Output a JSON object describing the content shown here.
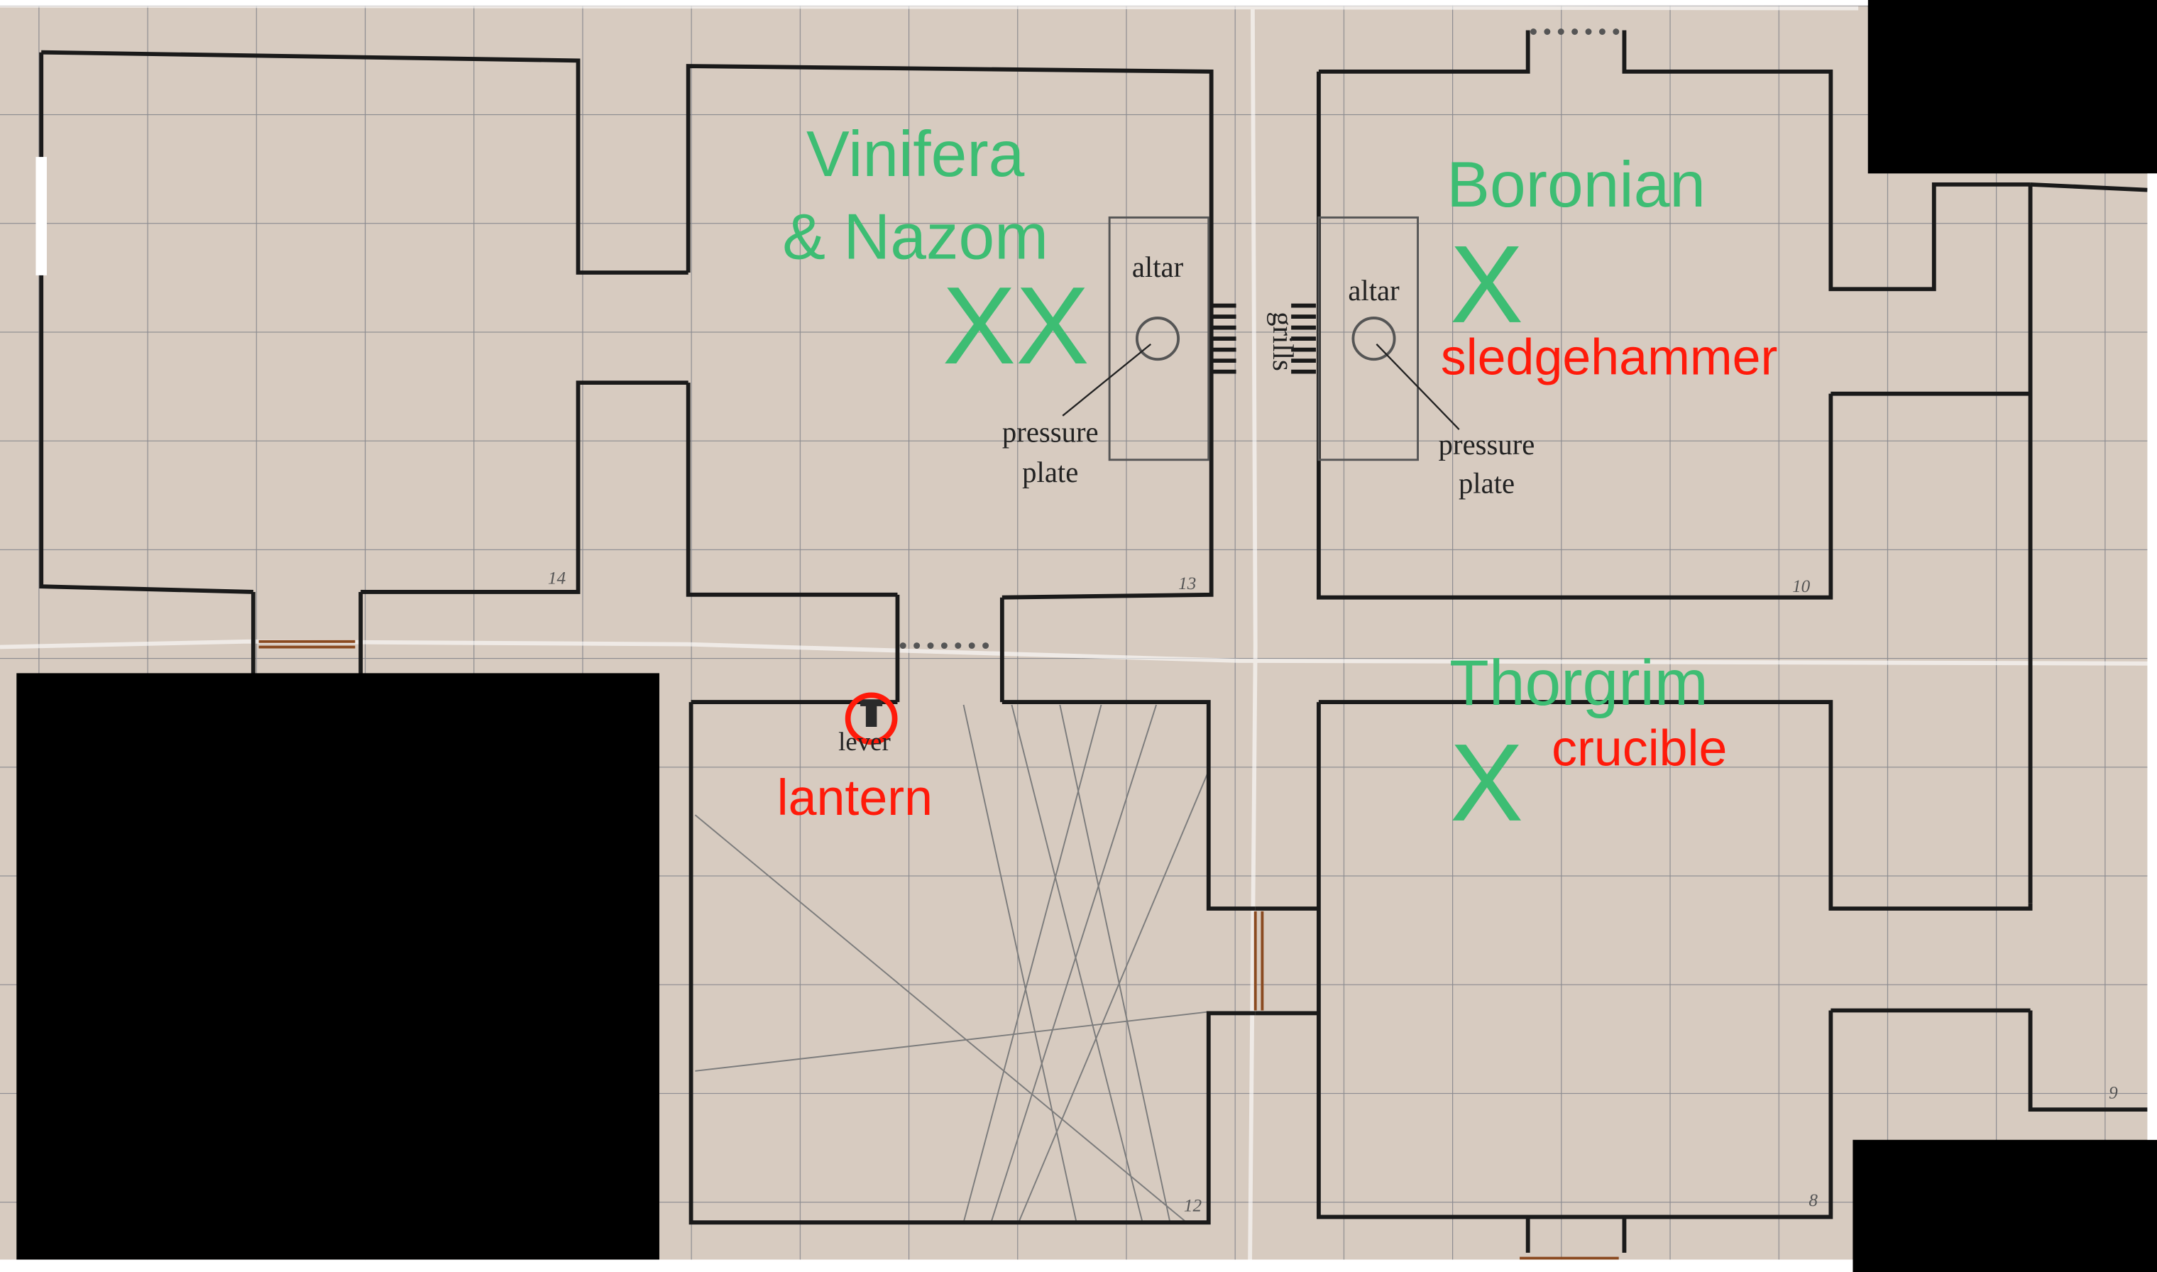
{
  "colors": {
    "paper": "#d7cbc0",
    "grid": "#8a8a8f",
    "wall": "#1a1a1a",
    "character": "#3dbd73",
    "item": "#ff1a0a",
    "redaction": "#000000"
  },
  "rooms": [
    {
      "number": "14"
    },
    {
      "number": "13"
    },
    {
      "number": "10"
    },
    {
      "number": "12"
    },
    {
      "number": "8"
    },
    {
      "number": "9"
    }
  ],
  "features": {
    "altar_left": "altar",
    "altar_right": "altar",
    "grills": "grills",
    "pressure_plate_left": [
      "pressure",
      "plate"
    ],
    "pressure_plate_right": [
      "pressure",
      "plate"
    ],
    "lever": "lever"
  },
  "characters": {
    "vinifera_nazom": {
      "line1": "Vinifera",
      "line2": "& Nazom",
      "marker": "XX"
    },
    "boronian": {
      "name": "Boronian",
      "marker": "X"
    },
    "thorgrim": {
      "name": "Thorgrim",
      "marker": "X"
    }
  },
  "items": {
    "sledgehammer": "sledgehammer",
    "crucible": "crucible",
    "lantern": "lantern"
  },
  "icons": {
    "lever": "lever-icon",
    "lever_marker": "circle-marker-icon",
    "pressure_plate": "pressure-plate-icon",
    "grill": "grill-icon",
    "door": "door-icon"
  }
}
